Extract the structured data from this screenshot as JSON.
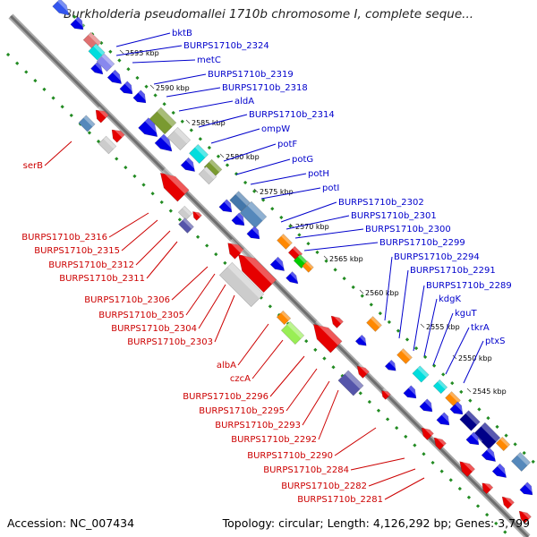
{
  "title": "Burkholderia pseudomallei 1710b chromosome I, complete seque...",
  "footer": {
    "accession": "Accession: NC_007434",
    "summary": "Topology: circular; Length: 4,126,292 bp; Genes: 3,799"
  },
  "colors": {
    "backbone": "#888888",
    "forward_label": "#0000cc",
    "reverse_label": "#cc0000",
    "cds_forward": "#0000e6",
    "cds_reverse": "#e60000",
    "trna": "#00cccc",
    "rrna": "#6b8e23",
    "other": "#ff8c00",
    "gc_track": "#228b22"
  },
  "kbp_ticks": [
    "2545 kbp",
    "2550 kbp",
    "2555 kbp",
    "2560 kbp",
    "2565 kbp",
    "2570 kbp",
    "2575 kbp",
    "2580 kbp",
    "2585 kbp",
    "2590 kbp",
    "2595 kbp"
  ],
  "forward_genes": [
    "bktB",
    "BURPS1710b_2324",
    "metC",
    "BURPS1710b_2319",
    "BURPS1710b_2318",
    "aldA",
    "BURPS1710b_2314",
    "ompW",
    "potF",
    "potG",
    "potH",
    "potI",
    "BURPS1710b_2302",
    "BURPS1710b_2301",
    "BURPS1710b_2300",
    "BURPS1710b_2299",
    "BURPS1710b_2294",
    "BURPS1710b_2291",
    "BURPS1710b_2289",
    "kdgK",
    "kguT",
    "tkrA",
    "ptxS"
  ],
  "reverse_genes": [
    "serB",
    "BURPS1710b_2316",
    "BURPS1710b_2315",
    "BURPS1710b_2312",
    "BURPS1710b_2311",
    "BURPS1710b_2306",
    "BURPS1710b_2305",
    "BURPS1710b_2304",
    "BURPS1710b_2303",
    "albA",
    "czcA",
    "BURPS1710b_2296",
    "BURPS1710b_2295",
    "BURPS1710b_2293",
    "BURPS1710b_2292",
    "BURPS1710b_2290",
    "BURPS1710b_2284",
    "BURPS1710b_2282",
    "BURPS1710b_2281"
  ]
}
